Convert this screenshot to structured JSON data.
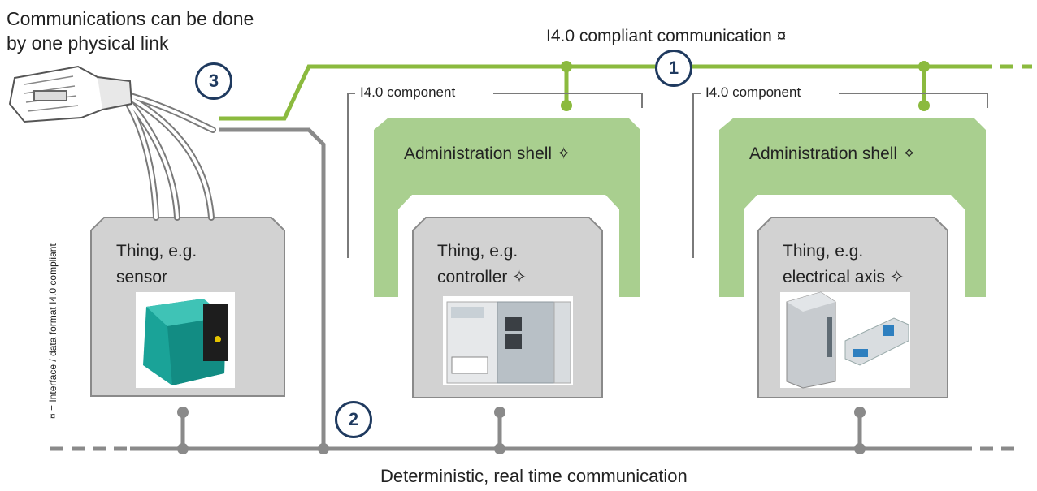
{
  "top_note": {
    "line1": "Communications can be done",
    "line2": "by one physical link"
  },
  "i40_comm_label": "I4.0 compliant communication ¤",
  "side_note": "¤ = Interface / data format I4.0 compliant",
  "bottom_label": "Deterministic, real time communication",
  "badges": {
    "b1": "1",
    "b2": "2",
    "b3": "3"
  },
  "components": [
    {
      "label": "I4.0 component",
      "shell": "Administration shell ✧",
      "thing_line1": "Thing, e.g.",
      "thing_line2": "controller ✧"
    },
    {
      "label": "I4.0 component",
      "shell": "Administration shell ✧",
      "thing_line1": "Thing, e.g.",
      "thing_line2": "electrical axis ✧"
    }
  ],
  "sensor": {
    "thing_line1": "Thing, e.g.",
    "thing_line2": "sensor"
  },
  "colors": {
    "green_line": "#8bba3e",
    "shell_fill": "#a9cf8f",
    "grey_line": "#8a8a8a",
    "thing_fill": "#d2d2d2",
    "badge_border": "#1f3a5f"
  }
}
